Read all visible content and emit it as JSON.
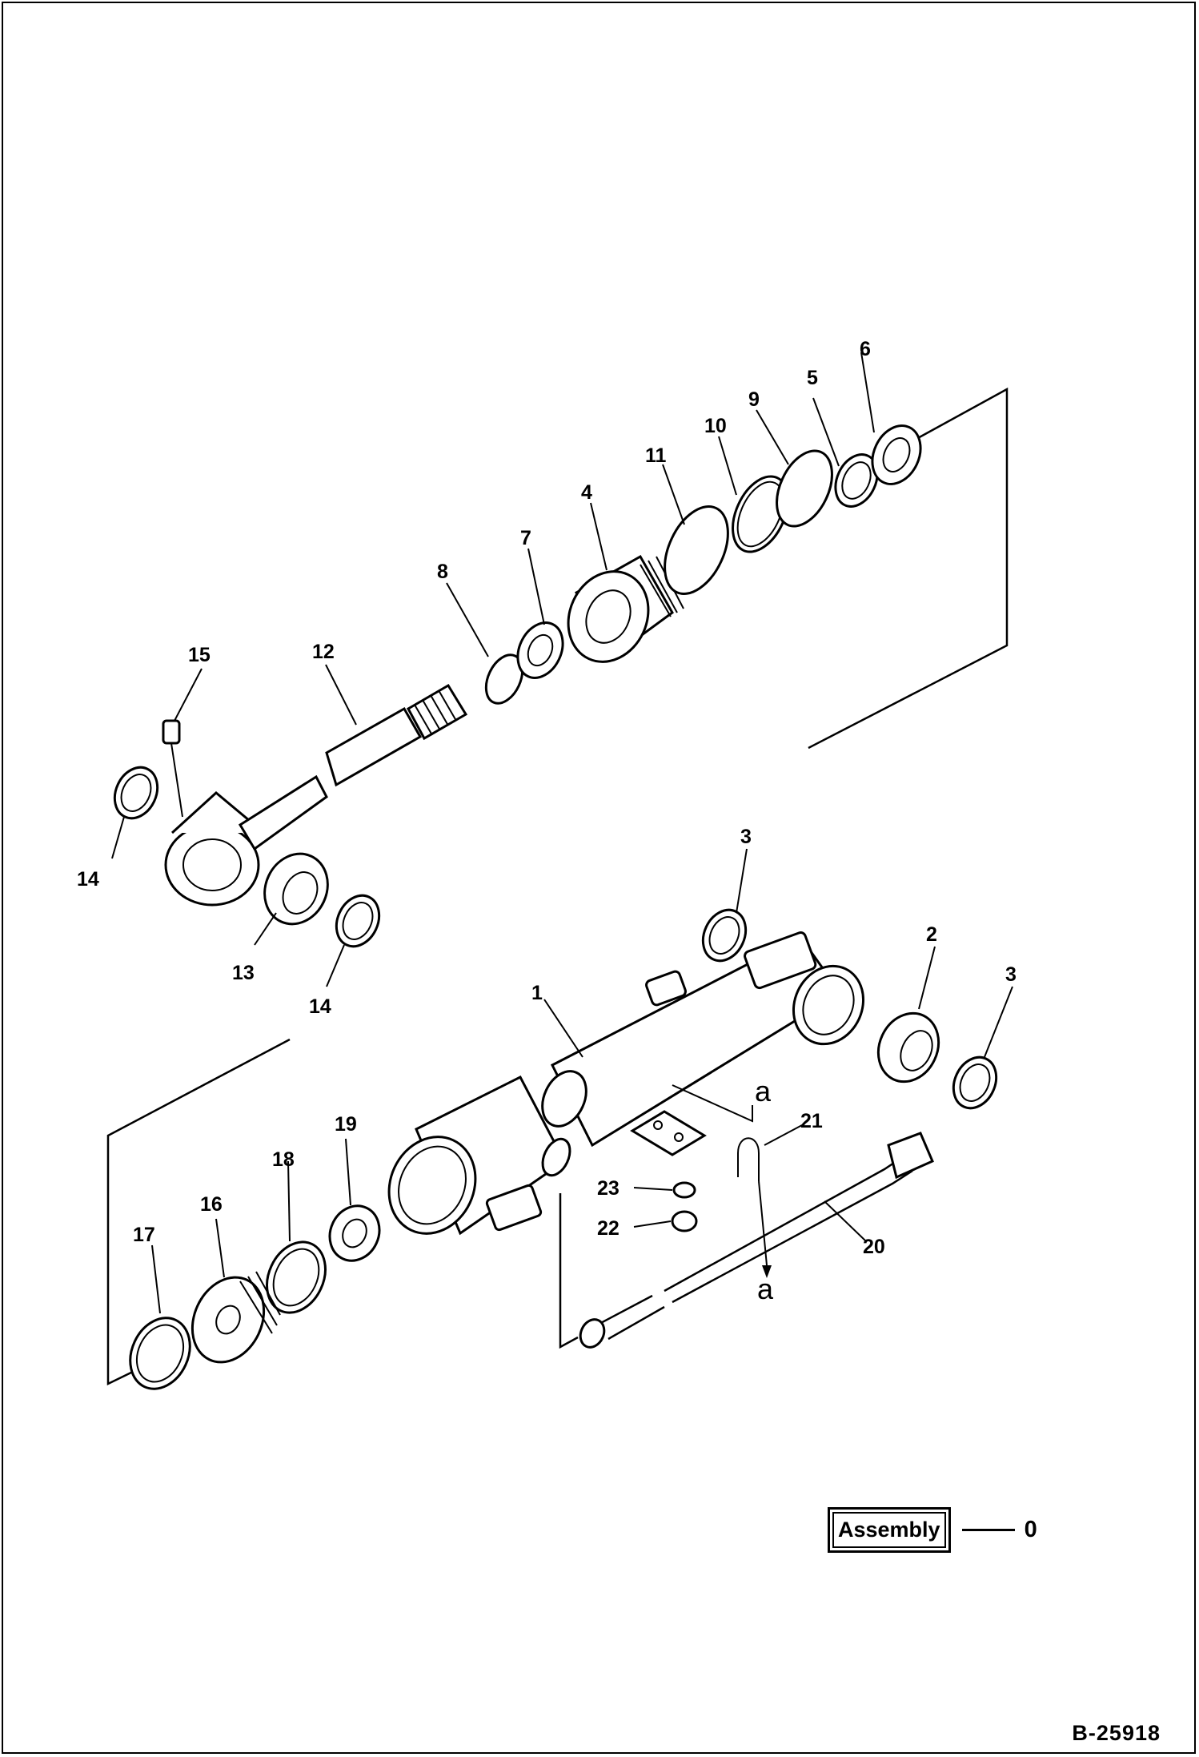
{
  "title": "",
  "callouts": {
    "p1": "1",
    "p2": "2",
    "p3a": "3",
    "p3b": "3",
    "p4": "4",
    "p5": "5",
    "p6": "6",
    "p7": "7",
    "p8": "8",
    "p9": "9",
    "p10": "10",
    "p11": "11",
    "p12": "12",
    "p13": "13",
    "p14a": "14",
    "p14b": "14",
    "p15": "15",
    "p16": "16",
    "p17": "17",
    "p18": "18",
    "p19": "19",
    "p20": "20",
    "p21": "21",
    "p22": "22",
    "p23": "23"
  },
  "references": {
    "a_top": "a",
    "a_bottom": "a"
  },
  "legend": {
    "label": "Assembly",
    "value": "0"
  },
  "drawing_code": "B-25918"
}
